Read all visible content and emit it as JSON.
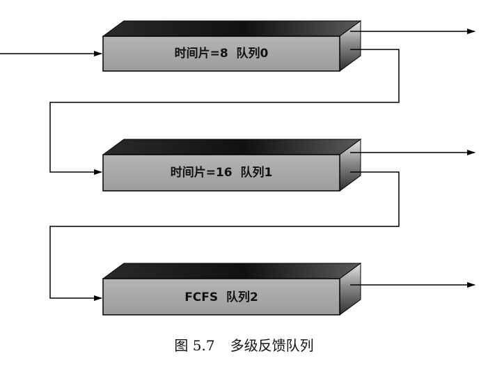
{
  "colors": {
    "box_front": "#a8a8a8",
    "box_top_dark": "#1c1c1c",
    "box_side_dark": "#3a3a3a",
    "stroke": "#000000"
  },
  "queues": [
    {
      "label": "时间片=8  队列0"
    },
    {
      "label": "时间片=16  队列1"
    },
    {
      "label": "FCFS  队列2"
    }
  ],
  "caption": {
    "figure_number": "图 5.7",
    "title": "多级反馈队列"
  }
}
